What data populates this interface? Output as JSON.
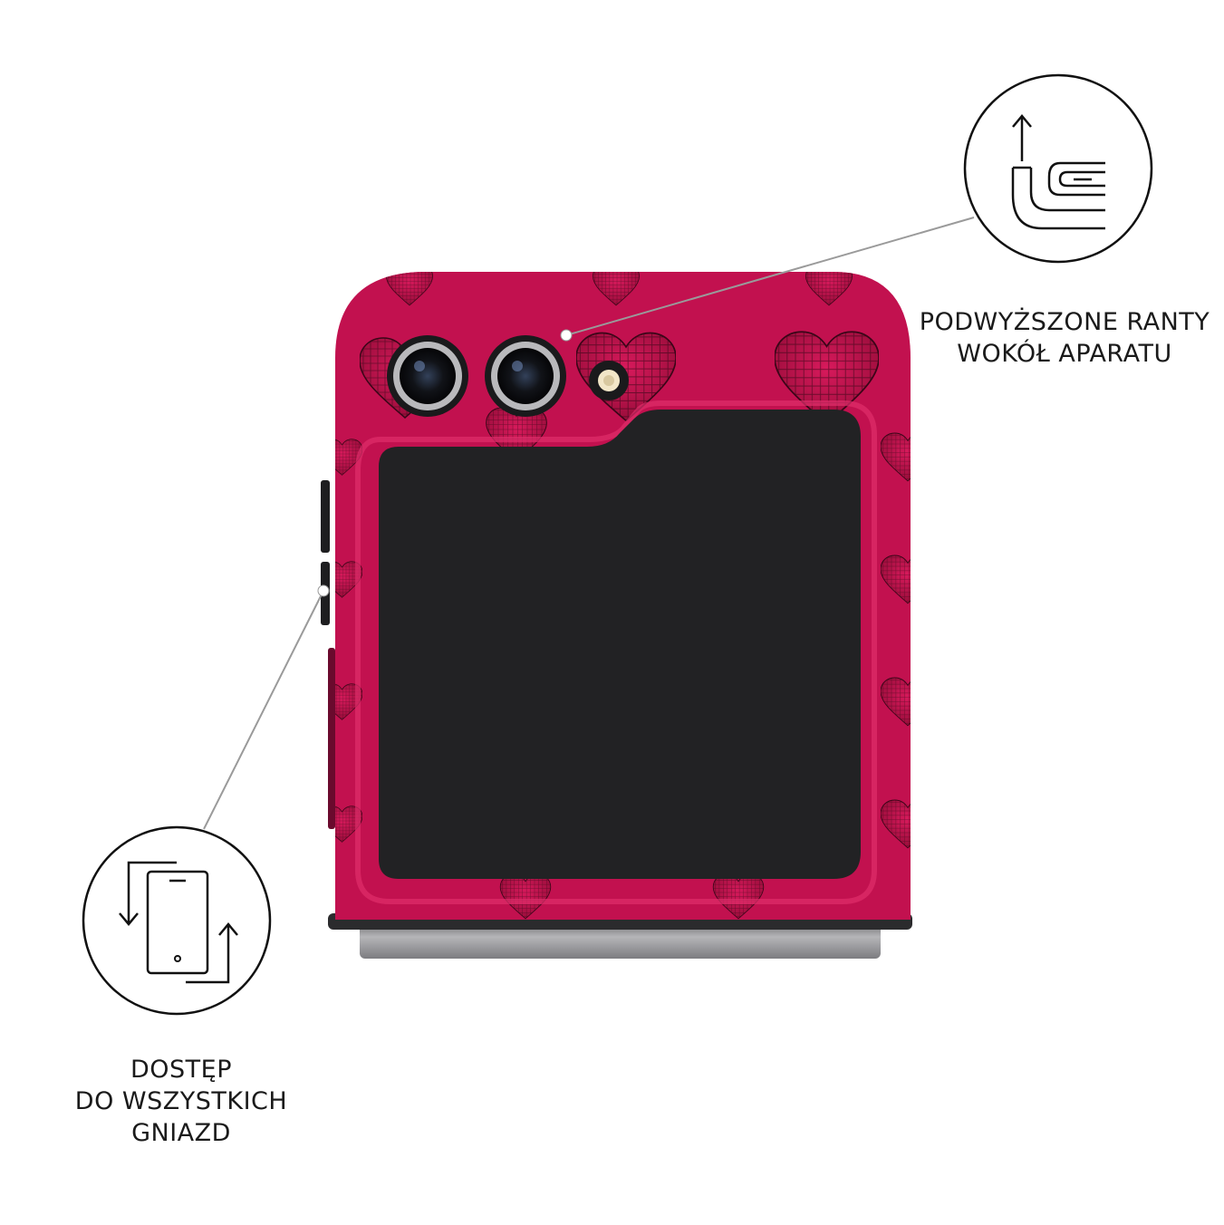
{
  "callouts": {
    "camera": {
      "line1": "PODWYŻSZONE RANTY",
      "line2": "WOKÓŁ APARATU",
      "icon": "raised-edge-icon"
    },
    "ports": {
      "line1": "DOSTĘP",
      "line2": "DO WSZYSTKICH",
      "line3": "GNIAZD",
      "icon": "phone-rotate-icon"
    }
  },
  "colors": {
    "case": "#c2114f",
    "case_dark": "#8c0a35",
    "screen": "#222224",
    "hinge": "#8d8d90",
    "line": "#9a9a9a"
  },
  "product": "phone-case-heart-pattern"
}
